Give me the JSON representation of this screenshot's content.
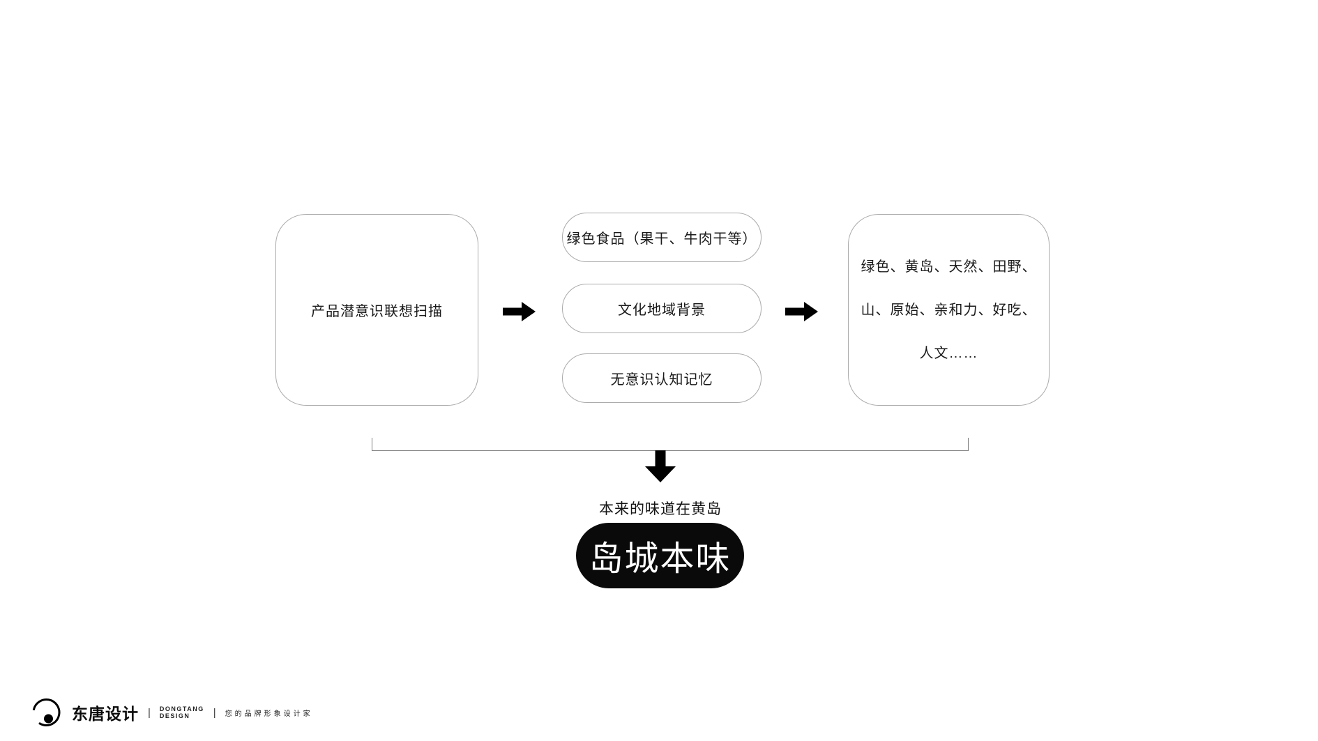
{
  "page": {
    "background": "#ffffff"
  },
  "diagram": {
    "source_box": {
      "label": "产品潜意识联想扫描"
    },
    "middle_boxes": [
      {
        "label": "绿色食品（果干、牛肉干等）"
      },
      {
        "label": "文化地域背景"
      },
      {
        "label": "无意识认知记忆"
      }
    ],
    "result_box": {
      "lines": [
        "绿色、黄岛、天然、田野、",
        "山、原始、亲和力、好吃、",
        "人文……"
      ]
    },
    "conclusion": {
      "caption": "本来的味道在黄岛",
      "pill_label": "岛城本味"
    },
    "icons": {
      "arrow_right": "arrow-right-icon",
      "arrow_down": "arrow-down-icon"
    },
    "colors": {
      "node_border": "#aaaaaa",
      "bracket_line": "#7d7d7d",
      "arrow": "#000000",
      "conclusion_pill_background": "#0a0a0a",
      "conclusion_pill_text": "#ffffff"
    }
  },
  "footer": {
    "brand_cn": "东唐设计",
    "separator": "|",
    "brand_en": {
      "line1": "DONGTANG",
      "line2": "DESIGN"
    },
    "tagline": "您的品牌形象设计家",
    "logo_color": "#000000"
  }
}
